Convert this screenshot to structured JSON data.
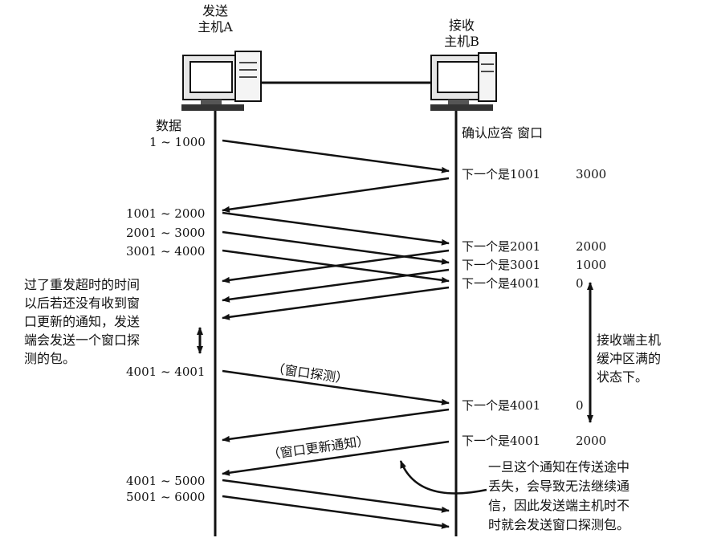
{
  "hosts": {
    "sender": {
      "line1": "发送",
      "line2": "主机A"
    },
    "receiver": {
      "line1": "接收",
      "line2": "主机B"
    }
  },
  "column_headers": {
    "sender": "数据",
    "receiver": "确认应答 窗口"
  },
  "sender_data_labels": [
    "1 ~ 1000",
    "1001 ~ 2000",
    "2001 ~ 3000",
    "3001 ~ 4000",
    "4001 ~ 4001",
    "4001 ~ 5000",
    "5001 ~ 6000"
  ],
  "receiver_ack_labels": [
    {
      "ack": "下一个是1001",
      "window": "3000"
    },
    {
      "ack": "下一个是2001",
      "window": "2000"
    },
    {
      "ack": "下一个是3001",
      "window": "1000"
    },
    {
      "ack": "下一个是4001",
      "window": "0"
    },
    {
      "ack": "下一个是4001",
      "window": "0"
    },
    {
      "ack": "下一个是4001",
      "window": "2000"
    }
  ],
  "arrow_labels": {
    "probe": "（窗口探测）",
    "update": "（窗口更新通知）"
  },
  "notes": {
    "left": "过了重发超时的时间\n以后若还没有收到窗\n口更新的通知，发送\n端会发送一个窗口探\n测的包。",
    "right_buffer": "接收端主机\n缓冲区满的\n状态下。",
    "bottom": "一旦这个通知在传送途中\n丢失，会导致无法继续通\n信，因此发送端主机时不\n时就会发送窗口探测包。"
  }
}
